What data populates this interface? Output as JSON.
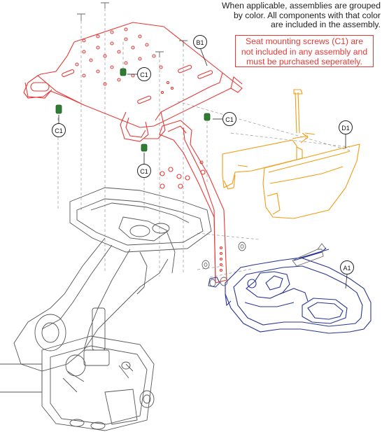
{
  "note": {
    "lines": [
      "When applicable, assemblies are grouped",
      "by color. All components with that color",
      "are included in the assembly."
    ]
  },
  "warning": {
    "lines": [
      "Seat mounting screws (C1) are",
      "not included in any assembly and",
      "must be purchased seperately."
    ],
    "color": "#e53935"
  },
  "callouts": {
    "b1": "B1",
    "d1": "D1",
    "a1": "A1",
    "c1_top": "C1",
    "c1_left": "C1",
    "c1_mid": "C1",
    "c1_right": "C1"
  },
  "colors": {
    "seat_plate_assembly": "#e53935",
    "side_tray_assembly": "#f39c12",
    "seat_frame_assembly": "#283593",
    "fasteners": "#2e7d32",
    "base_mechanism": "#555555"
  }
}
